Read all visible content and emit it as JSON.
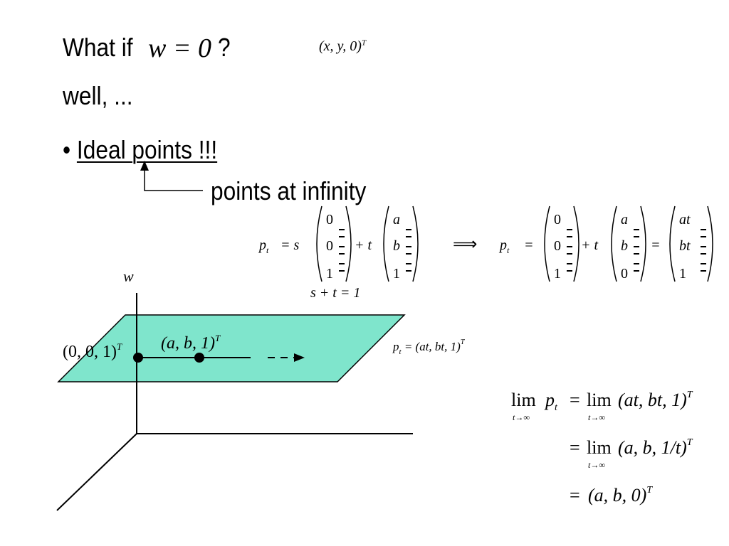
{
  "slide": {
    "line1": {
      "prefix": "What if",
      "equation": "w = 0",
      "suffix": "?"
    },
    "column_vector": "(x, y, 0)",
    "column_vector_sup": "T",
    "line2": "well, ...",
    "bullet_marker": "•",
    "bullet_text": "Ideal points !!!",
    "callout": "points at infinity"
  },
  "param_equations": {
    "eq1_lhs": "p",
    "eq1_sub": "t",
    "eq1_equals_s": "= s",
    "eq1_plus_t": "+ t",
    "vec_s": [
      "0",
      "0",
      "1"
    ],
    "vec_t": [
      "a",
      "b",
      "1"
    ],
    "implies": "⟹",
    "eq2_lhs": "p",
    "eq2_sub": "t",
    "eq2_equals": "=",
    "eq2_plus_t": "+ t",
    "vec_a": [
      "0",
      "0",
      "1"
    ],
    "vec_b": [
      "a",
      "b",
      "0"
    ],
    "eq2_equals2": "=",
    "vec_c": [
      "at",
      "bt",
      "1"
    ],
    "constraint": "s + t = 1"
  },
  "diagram": {
    "axis_w_label": "w",
    "origin_label": "(0, 0, 1)",
    "origin_sup": "T",
    "point_label": "(a, b, 1)",
    "point_sup": "T",
    "pt_label": "p",
    "pt_sub": "t",
    "pt_rhs": " = (at, bt, 1)",
    "pt_sup": "T",
    "plane_color": "#7FE5CC"
  },
  "limits": {
    "lim": "lim",
    "lim_sub": "t→∞",
    "row1_lhs_p": "p",
    "row1_lhs_sub": "t",
    "row1_rhs": "(at, bt, 1)",
    "row1_sup": "T",
    "row2_rhs": "(a, b, 1/t)",
    "row2_sup": "T",
    "row3_rhs": "(a, b, 0)",
    "row3_sup": "T",
    "equals": "="
  }
}
